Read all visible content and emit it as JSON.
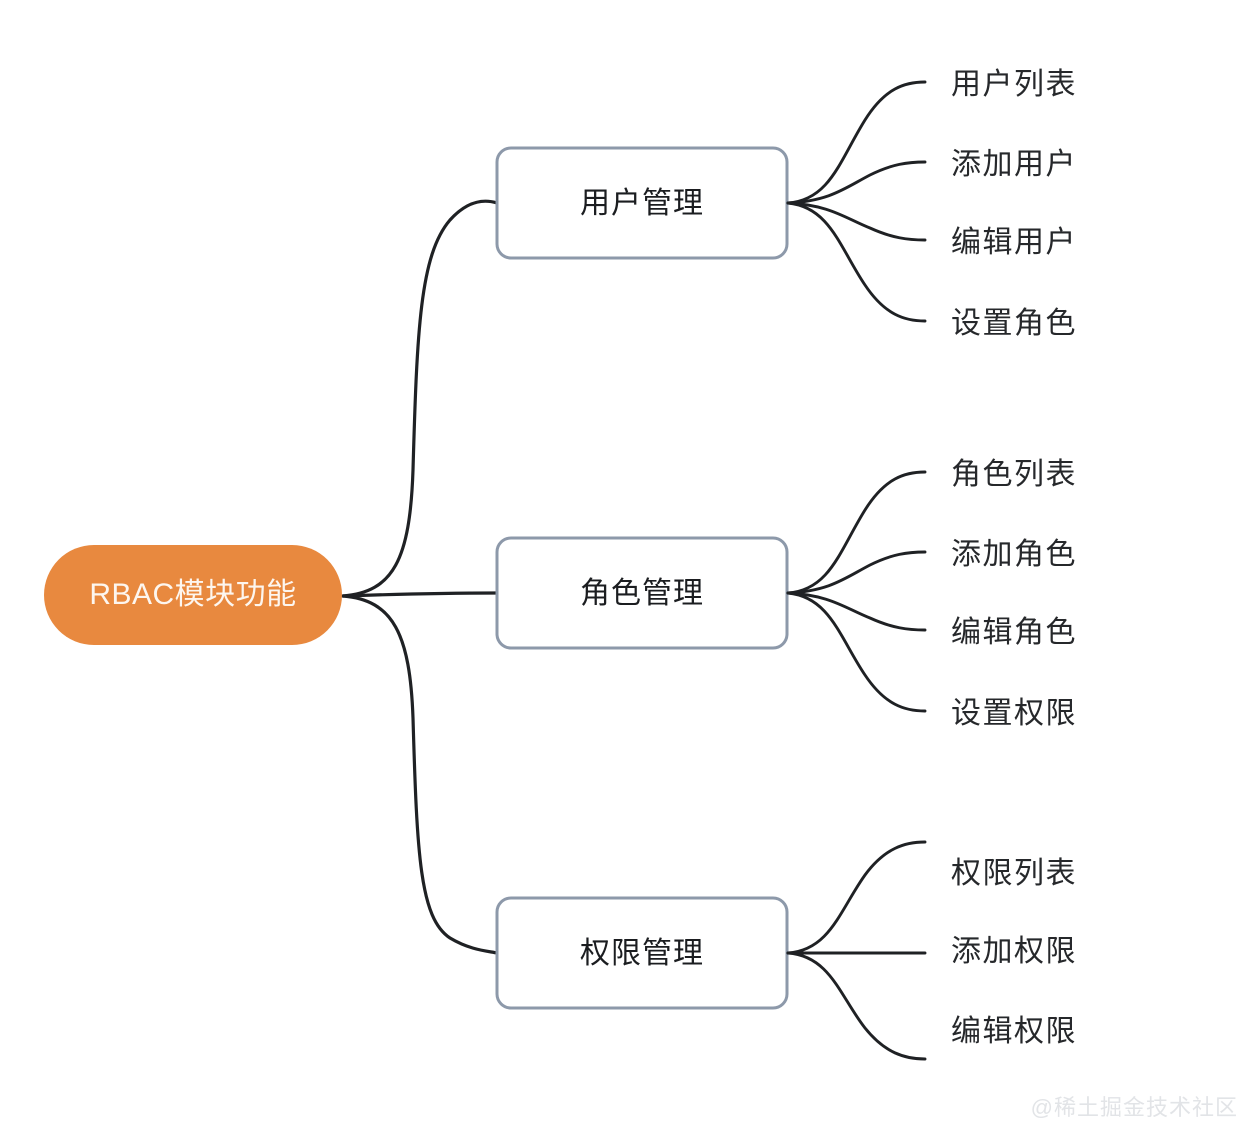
{
  "diagram": {
    "type": "mindmap",
    "orientation": "left-to-right",
    "background_color": "#ffffff",
    "root": {
      "label": "RBAC模块功能",
      "fill_color": "#e8893f",
      "text_color": "#fdf6ef"
    },
    "branch_style": {
      "fill_color": "#ffffff",
      "border_color": "#8d99aa",
      "text_color": "#1b1d20"
    },
    "edge_color": "#1f2124",
    "branches": [
      {
        "label": "用户管理",
        "leaves": [
          "用户列表",
          "添加用户",
          "编辑用户",
          "设置角色"
        ]
      },
      {
        "label": "角色管理",
        "leaves": [
          "角色列表",
          "添加角色",
          "编辑角色",
          "设置权限"
        ]
      },
      {
        "label": "权限管理",
        "leaves": [
          "权限列表",
          "添加权限",
          "编辑权限"
        ]
      }
    ]
  },
  "watermark": {
    "text": "@稀土掘金技术社区",
    "color": "#e2e4e7"
  }
}
